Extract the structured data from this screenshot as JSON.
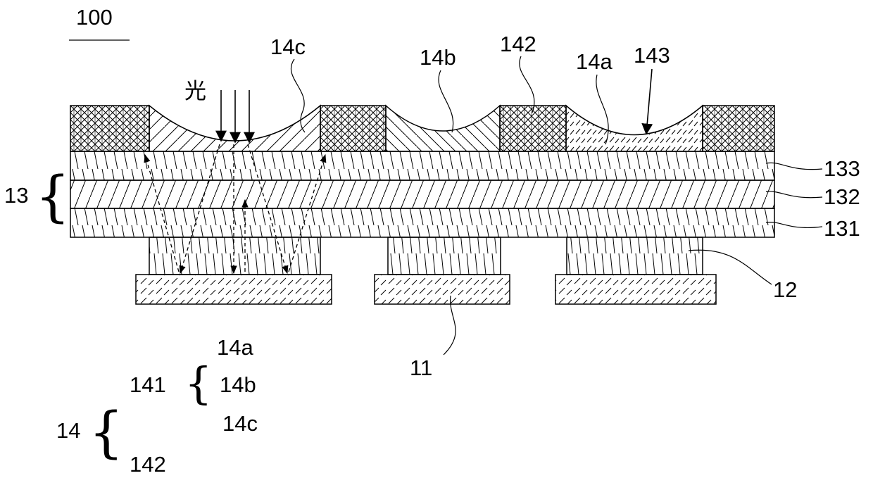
{
  "figure_number": "100",
  "light_label": "光",
  "labels": {
    "14c": "14c",
    "14b": "14b",
    "142": "142",
    "14a": "14a",
    "143": "143",
    "133": "133",
    "132": "132",
    "131": "131",
    "13": "13",
    "12": "12",
    "11": "11"
  },
  "legend": {
    "root": "14",
    "child_a": "141",
    "child_b": "142",
    "sub_items": [
      "14a",
      "14b",
      "14c"
    ]
  }
}
